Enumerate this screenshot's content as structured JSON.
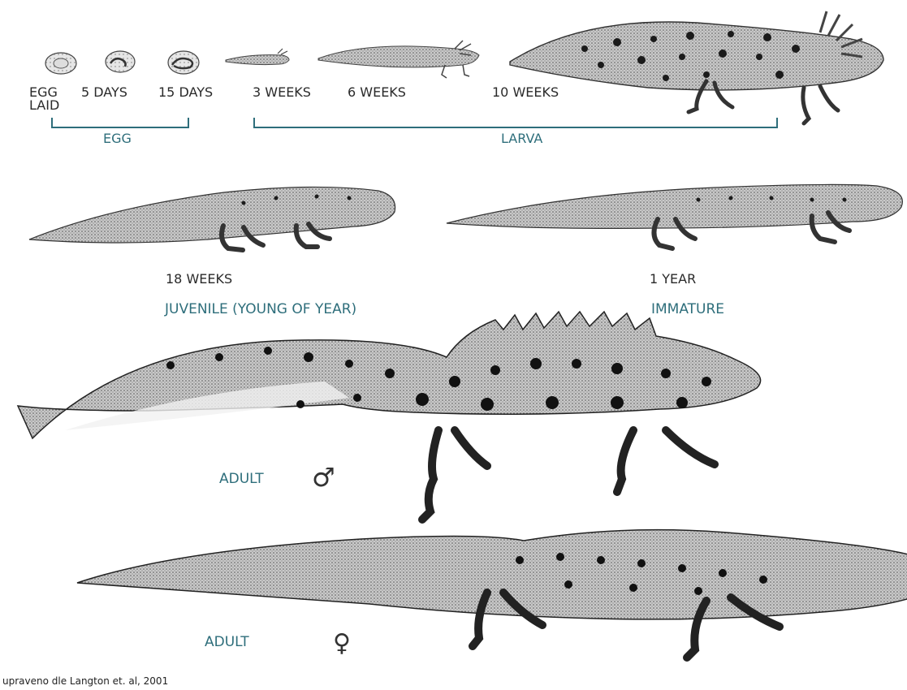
{
  "colors": {
    "accent": "#2e6e7b",
    "ink": "#2a2a2a",
    "background": "#ffffff"
  },
  "icons": {
    "male": "male-symbol-icon",
    "female": "female-symbol-icon"
  },
  "timeline": {
    "egg_laid_1": "EGG",
    "egg_laid_2": "LAID",
    "day5": "5 DAYS",
    "day15": "15 DAYS",
    "week3": "3 WEEKS",
    "week6": "6 WEEKS",
    "week10": "10 WEEKS",
    "week18": "18 WEEKS",
    "year1": "1 YEAR"
  },
  "stages": {
    "egg": "EGG",
    "larva": "LARVA",
    "juvenile": "JUVENILE (YOUNG OF YEAR)",
    "immature": "IMMATURE",
    "adult_male": "ADULT",
    "adult_female": "ADULT"
  },
  "symbols": {
    "male": "♂",
    "female": "♀"
  },
  "credit": "upraveno dle Langton et. al, 2001"
}
